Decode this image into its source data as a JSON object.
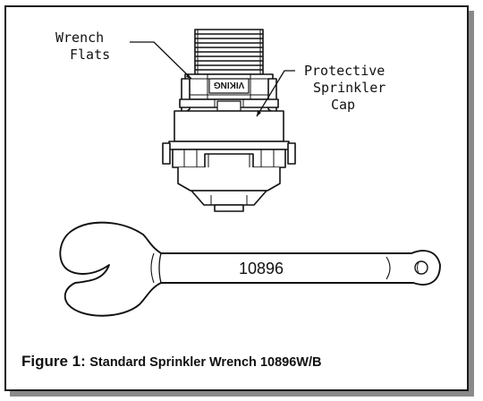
{
  "labels": {
    "wrench_flats": [
      "Wrench",
      "Flats"
    ],
    "protective_cap": [
      "Protective",
      "Sprinkler",
      "Cap"
    ],
    "brand": "VIKING",
    "part_number": "10896"
  },
  "caption": {
    "prefix": "Figure 1:",
    "text": "Standard Sprinkler Wrench 10896W/B"
  },
  "colors": {
    "ink": "#111111",
    "shadow": "#8a8a8a"
  }
}
